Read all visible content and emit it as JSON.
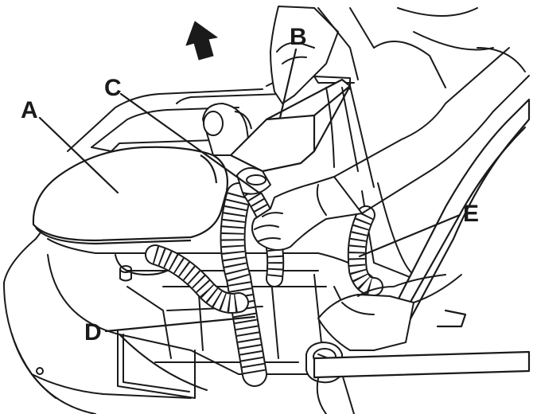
{
  "colors": {
    "ink": "#1a1a1a",
    "paper": "#ffffff"
  },
  "icons": {
    "direction_arrow": "up-arrow-icon"
  },
  "callouts": {
    "a": "A",
    "b": "B",
    "c": "C",
    "d": "D",
    "e": "E"
  }
}
